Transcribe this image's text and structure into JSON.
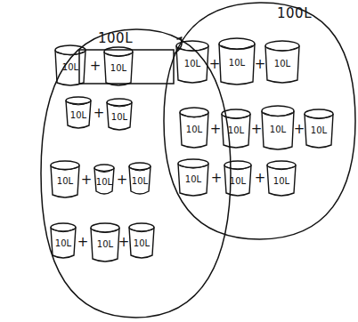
{
  "diagram": {
    "nodes": [
      {
        "text": [
          "100L"
        ]
      },
      {
        "text": [
          "10L"
        ],
        "in": 0
      },
      {
        "text": [
          "10L"
        ],
        "in": 0
      },
      {
        "text": [
          "10L"
        ],
        "in": 0
      },
      {
        "text": [
          "10L"
        ],
        "in": 0
      },
      {
        "text": [
          "10L"
        ],
        "in": 0
      },
      {
        "text": [
          "10L"
        ],
        "in": 0
      },
      {
        "text": [
          "10L"
        ],
        "in": 0
      },
      {
        "text": [
          "10L"
        ],
        "in": 0
      },
      {
        "text": [
          "10L"
        ],
        "in": 0
      },
      {
        "text": [
          "10L"
        ],
        "in": 0
      },
      {
        "text": [
          "100L"
        ]
      },
      {
        "text": [
          "10L"
        ],
        "in": 11
      },
      {
        "text": [
          "10L"
        ],
        "in": 11
      },
      {
        "text": [
          "10L"
        ],
        "in": 11
      },
      {
        "text": [
          "10L"
        ],
        "in": 11
      },
      {
        "text": [
          "10L"
        ],
        "in": 11
      },
      {
        "text": [
          "10L"
        ],
        "in": 11
      },
      {
        "text": [
          "10L"
        ],
        "in": 11
      },
      {
        "text": [
          "10L"
        ],
        "in": 11
      },
      {
        "text": [
          "10L"
        ],
        "in": 11
      },
      {
        "text": [
          "10L"
        ],
        "in": 11
      }
    ],
    "labels": [
      "+",
      "+",
      "+",
      "+",
      "+",
      "+",
      "+",
      "+",
      "+",
      "+",
      "+",
      "+",
      "+"
    ]
  }
}
